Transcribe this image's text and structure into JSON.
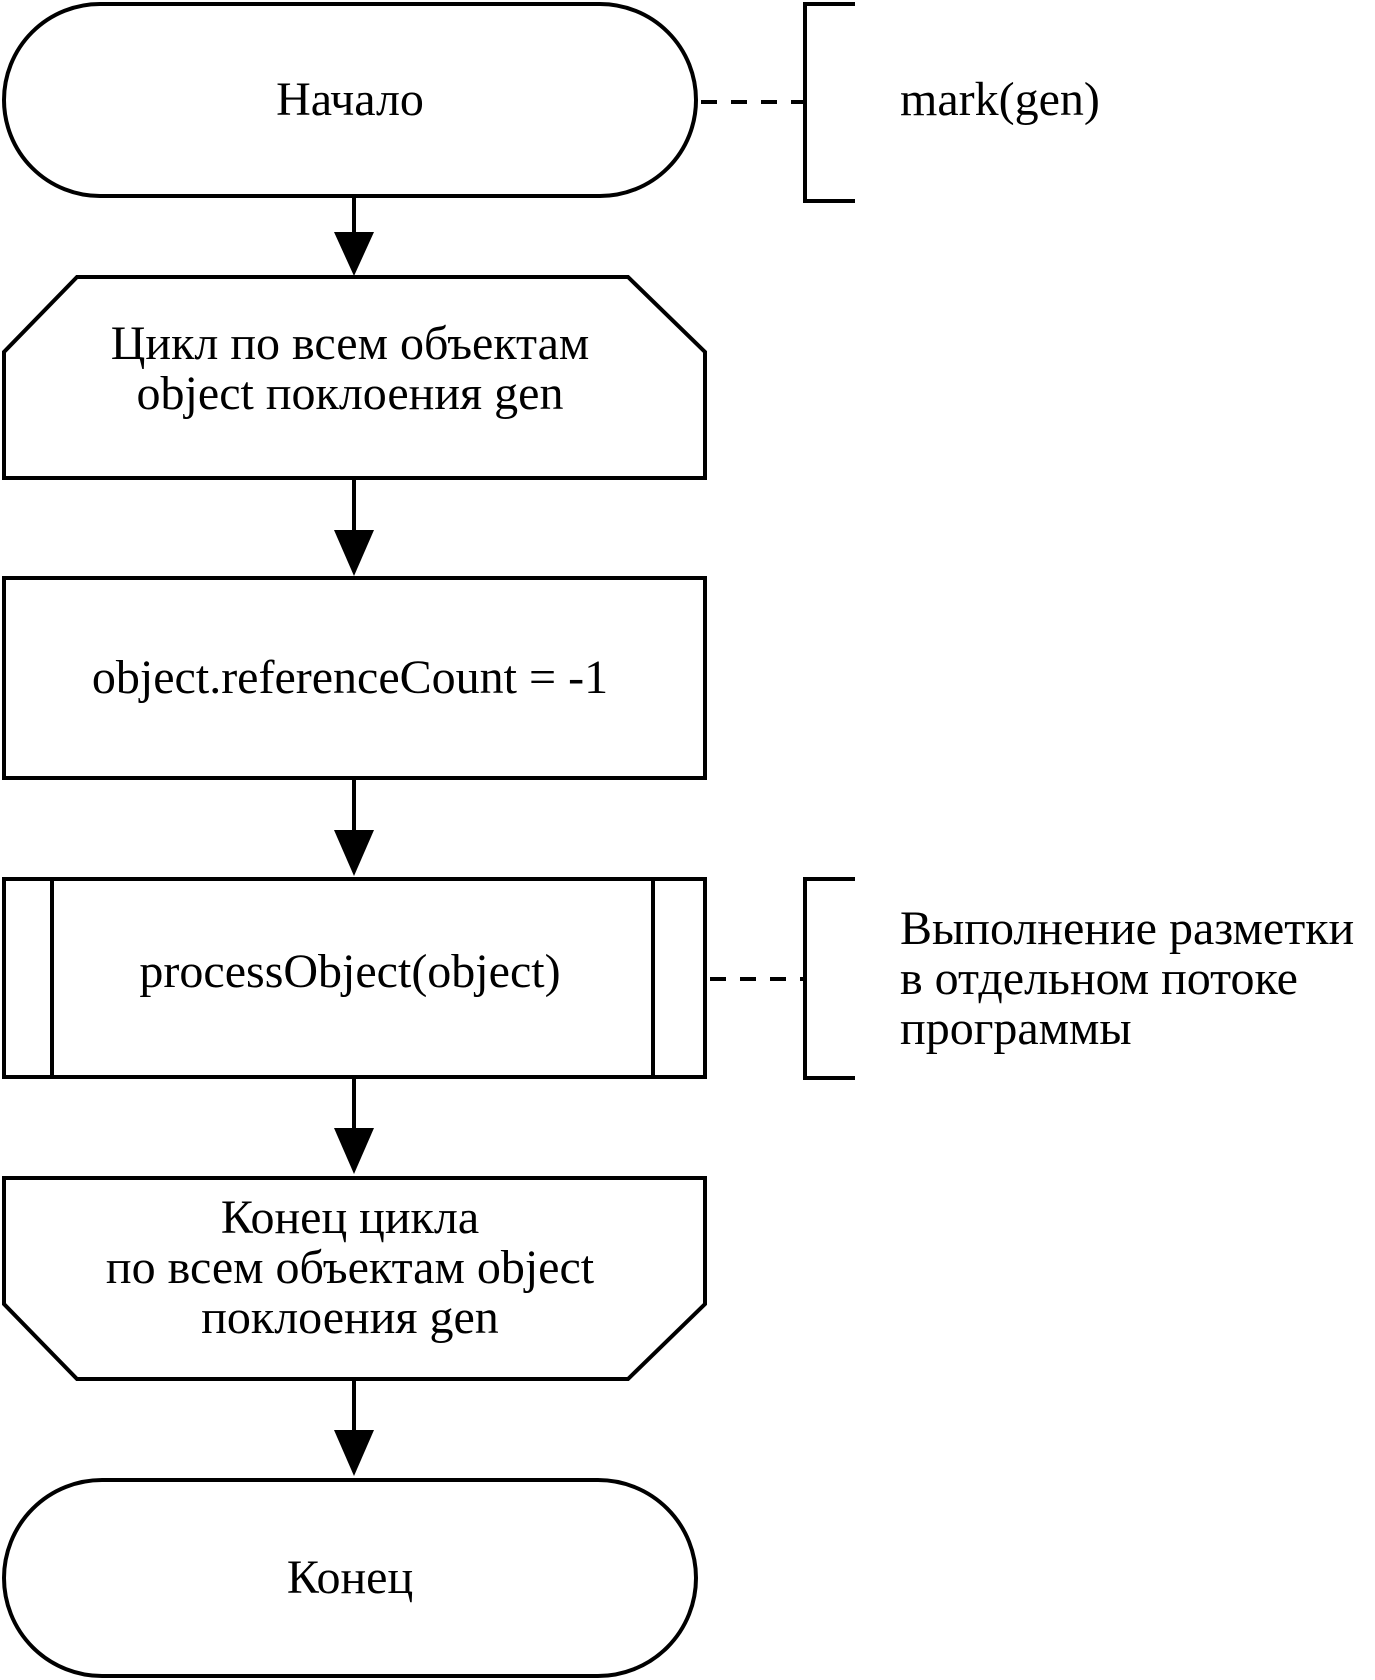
{
  "flowchart": {
    "start": {
      "label": "Начало"
    },
    "loop_start": {
      "lines": [
        "Цикл по всем объектам",
        "object поклоения gen"
      ]
    },
    "assign": {
      "label": "object.referenceCount = -1"
    },
    "process": {
      "label": "processObject(object)"
    },
    "loop_end": {
      "lines": [
        "Конец цикла",
        "по всем объектам object",
        "поклоения gen"
      ]
    },
    "end": {
      "label": "Конец"
    }
  },
  "comments": {
    "start_comment": {
      "label": "mark(gen)"
    },
    "process_comment": {
      "lines": [
        "Выполнение разметки",
        "в отдельном потоке",
        "программы"
      ]
    }
  },
  "colors": {
    "stroke": "#000000",
    "fill": "#ffffff",
    "background": "#ffffff"
  }
}
